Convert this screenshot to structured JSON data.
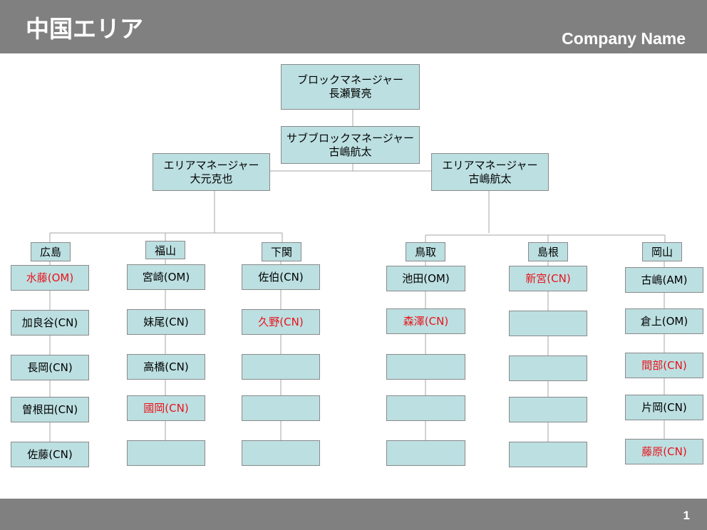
{
  "header": {
    "title": "中国エリア",
    "company": "Company Name"
  },
  "footer": {
    "page_number": "1"
  },
  "colors": {
    "box_fill": "#bcdfe1",
    "bar": "#808080",
    "red_text": "#e8141b"
  },
  "org": {
    "block_manager": {
      "role": "ブロックマネージャー",
      "name": "長瀬賢亮"
    },
    "sub_block_manager": {
      "role": "サブブロックマネージャー",
      "name": "古嶋航太"
    },
    "area_managers": [
      {
        "role": "エリアマネージャー",
        "name": "大元克也"
      },
      {
        "role": "エリアマネージャー",
        "name": "古嶋航太"
      }
    ],
    "stores": [
      {
        "label": "広島",
        "staff": [
          {
            "name": "水藤(OM)",
            "highlight": true
          },
          {
            "name": "加良谷(CN)",
            "highlight": false
          },
          {
            "name": "長岡(CN)",
            "highlight": false
          },
          {
            "name": "曽根田(CN)",
            "highlight": false
          },
          {
            "name": "佐藤(CN)",
            "highlight": false
          }
        ]
      },
      {
        "label": "福山",
        "staff": [
          {
            "name": "宮崎(OM)",
            "highlight": false
          },
          {
            "name": "妹尾(CN)",
            "highlight": false
          },
          {
            "name": "高橋(CN)",
            "highlight": false
          },
          {
            "name": "國岡(CN)",
            "highlight": true
          },
          {
            "name": "",
            "highlight": false
          }
        ]
      },
      {
        "label": "下関",
        "staff": [
          {
            "name": "佐伯(CN)",
            "highlight": false
          },
          {
            "name": "久野(CN)",
            "highlight": true
          },
          {
            "name": "",
            "highlight": false
          },
          {
            "name": "",
            "highlight": false
          },
          {
            "name": "",
            "highlight": false
          }
        ]
      },
      {
        "label": "鳥取",
        "staff": [
          {
            "name": "池田(OM)",
            "highlight": false
          },
          {
            "name": "森澤(CN)",
            "highlight": true
          },
          {
            "name": "",
            "highlight": false
          },
          {
            "name": "",
            "highlight": false
          },
          {
            "name": "",
            "highlight": false
          }
        ]
      },
      {
        "label": "島根",
        "staff": [
          {
            "name": "新宮(CN)",
            "highlight": true
          },
          {
            "name": "",
            "highlight": false
          },
          {
            "name": "",
            "highlight": false
          },
          {
            "name": "",
            "highlight": false
          },
          {
            "name": "",
            "highlight": false
          }
        ]
      },
      {
        "label": "岡山",
        "staff": [
          {
            "name": "古嶋(AM)",
            "highlight": false
          },
          {
            "name": "倉上(OM)",
            "highlight": false
          },
          {
            "name": "間部(CN)",
            "highlight": true
          },
          {
            "name": "片岡(CN)",
            "highlight": false
          },
          {
            "name": "藤原(CN)",
            "highlight": true
          }
        ]
      }
    ]
  }
}
